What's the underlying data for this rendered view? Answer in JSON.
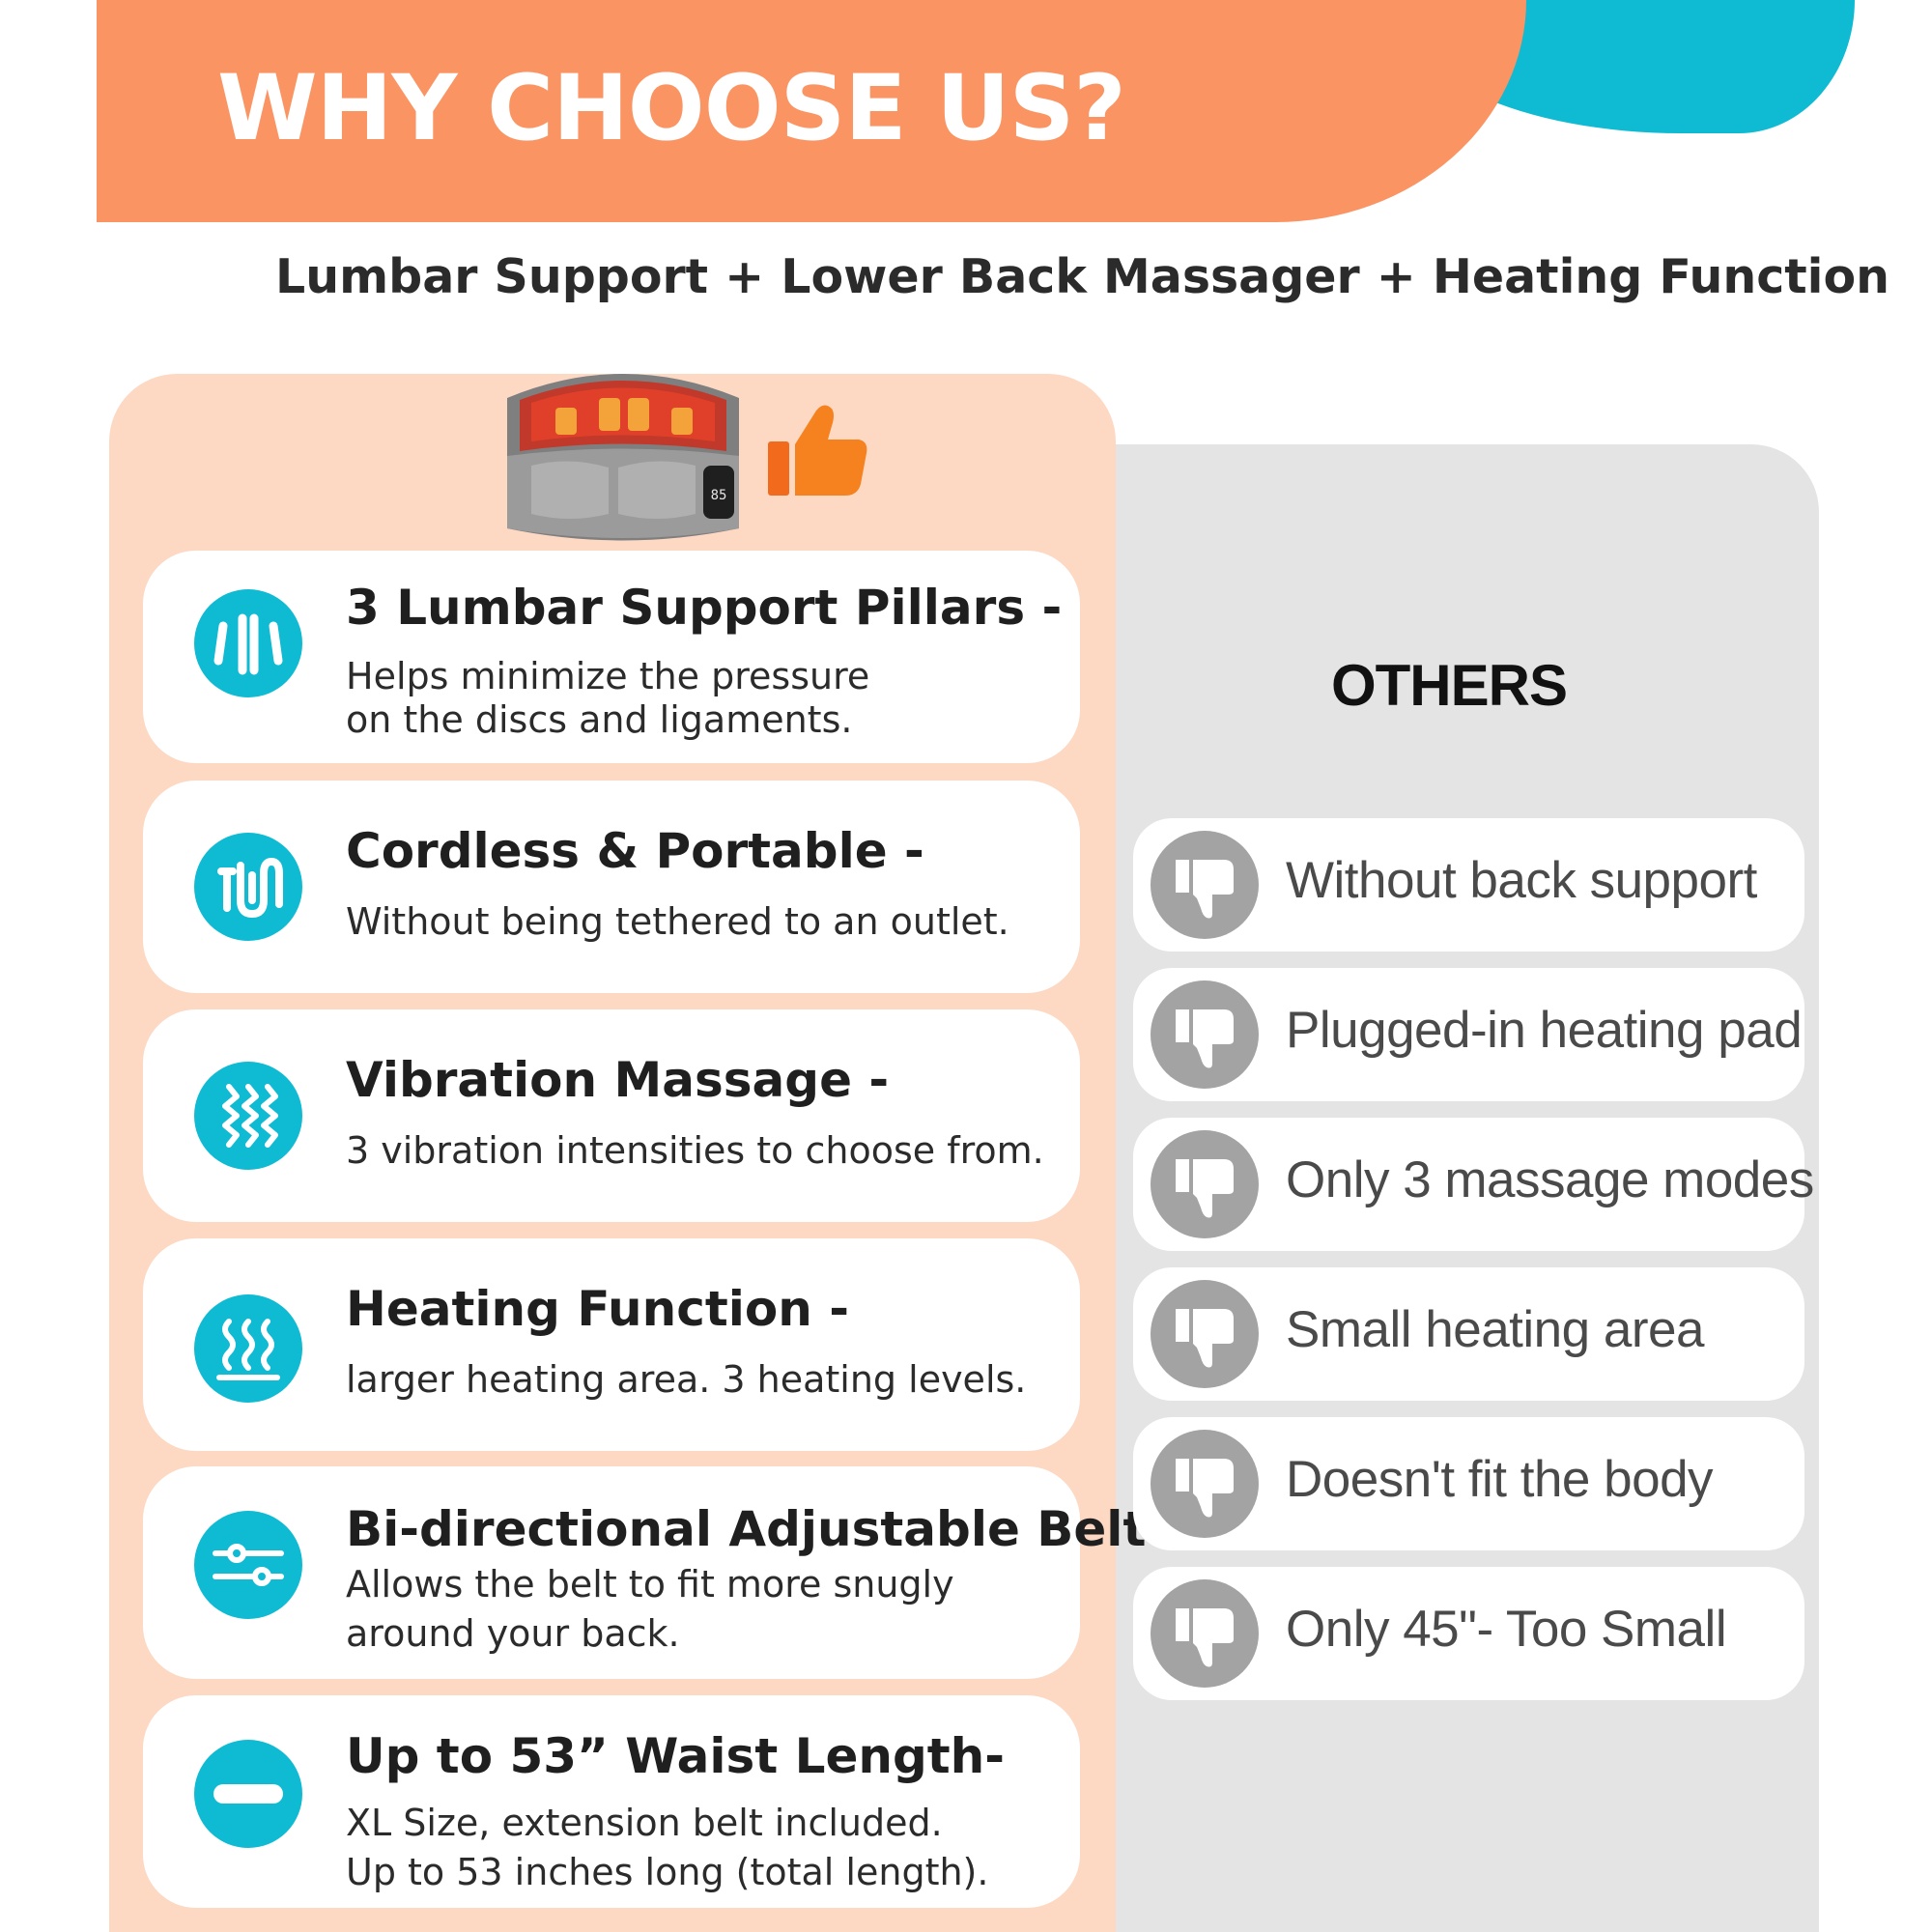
{
  "header": {
    "title": "WHY CHOOSE US?",
    "subtitle": "Lumbar Support + Lower Back Massager + Heating Function"
  },
  "colors": {
    "orange": "#fb9463",
    "teal": "#0fbad3",
    "peach_panel": "#fdd8c3",
    "grey_panel": "#e4e4e4",
    "thumbs_down": "#a3a3a3"
  },
  "product": {
    "display": "85",
    "icon": "back-heating-belt-image"
  },
  "features": [
    {
      "icon": "lumbar-pillars-icon",
      "title": "3 Lumbar Support Pillars -",
      "lines": [
        "Helps minimize the pressure",
        "on the discs and ligaments."
      ]
    },
    {
      "icon": "cordless-icon",
      "title": "Cordless & Portable -",
      "lines": [
        "Without being tethered to an outlet."
      ]
    },
    {
      "icon": "vibration-icon",
      "title": "Vibration Massage -",
      "lines": [
        "3 vibration intensities to choose from."
      ]
    },
    {
      "icon": "heat-icon",
      "title": "Heating Function -",
      "lines": [
        "larger heating area. 3 heating levels."
      ]
    },
    {
      "icon": "adjust-sliders-icon",
      "title": "Bi-directional Adjustable Belt-",
      "lines": [
        "Allows the belt to fit more snugly",
        "around your back."
      ]
    },
    {
      "icon": "belt-length-icon",
      "title": "Up to 53” Waist Length-",
      "lines": [
        "XL Size, extension belt included.",
        "Up to 53 inches long (total length)."
      ]
    }
  ],
  "others": {
    "title": "OTHERS",
    "items": [
      "Without back support",
      "Plugged-in heating pad",
      "Only 3 massage modes",
      "Small heating area",
      "Doesn't fit the body",
      "Only 45\"- Too Small"
    ]
  }
}
